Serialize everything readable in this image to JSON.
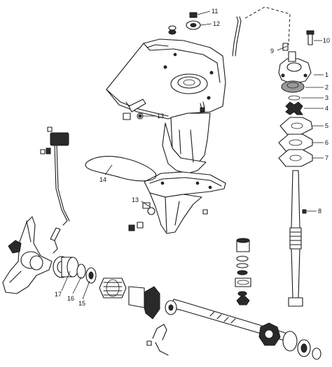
{
  "callouts": [
    {
      "id": "c1",
      "label": "1"
    },
    {
      "id": "c2",
      "label": "2"
    },
    {
      "id": "c3",
      "label": "3"
    },
    {
      "id": "c4",
      "label": "4"
    },
    {
      "id": "c5",
      "label": "5"
    },
    {
      "id": "c6",
      "label": "6"
    },
    {
      "id": "c7",
      "label": "7"
    },
    {
      "id": "c8",
      "label": "8"
    },
    {
      "id": "c9",
      "label": "9"
    },
    {
      "id": "c10",
      "label": "10"
    },
    {
      "id": "c11",
      "label": "11"
    },
    {
      "id": "c12",
      "label": "12"
    },
    {
      "id": "c13a",
      "label": "13"
    },
    {
      "id": "c13b",
      "label": "13"
    },
    {
      "id": "c14",
      "label": "14"
    },
    {
      "id": "c15",
      "label": "15"
    },
    {
      "id": "c16",
      "label": "16"
    },
    {
      "id": "c17",
      "label": "17"
    }
  ],
  "colors": {
    "line": "#1a1a1a",
    "background": "#ffffff",
    "fill_dark": "#2a2a2a",
    "fill_grey": "#9a9a9a"
  }
}
